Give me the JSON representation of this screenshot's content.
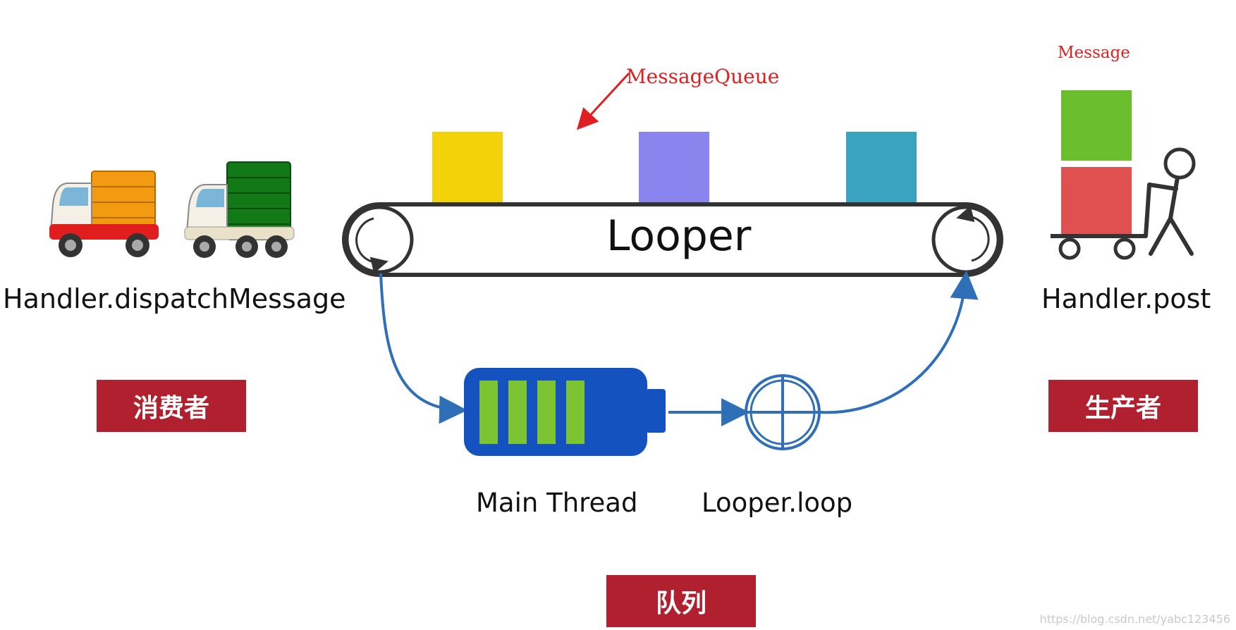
{
  "labels": {
    "message_queue": "MessageQueue",
    "message": "Message",
    "looper": "Looper",
    "consumer_method": "Handler.dispatchMessage",
    "producer_method": "Handler.post",
    "main_thread": "Main Thread",
    "looper_loop": "Looper.loop"
  },
  "tags": {
    "consumer": "消费者",
    "producer": "生产者",
    "queue": "队列"
  },
  "watermark": "https://blog.csdn.net/yabc123456",
  "colors": {
    "msg_yellow": "#f3d20a",
    "msg_purple": "#8a85ee",
    "msg_teal": "#3aa3bf",
    "msg_green": "#6bbf2e",
    "msg_red": "#e05050",
    "tag_red": "#b0202e",
    "battery_blue": "#1452c0",
    "battery_green": "#7dc433",
    "flow_blue": "#2f6fb8",
    "annotation_red": "#e02020"
  },
  "icons": [
    "delivery-truck-orange-icon",
    "delivery-truck-green-icon",
    "person-pushing-cart-icon",
    "battery-icon",
    "circle-cross-icon",
    "rotate-arrow-icon"
  ]
}
